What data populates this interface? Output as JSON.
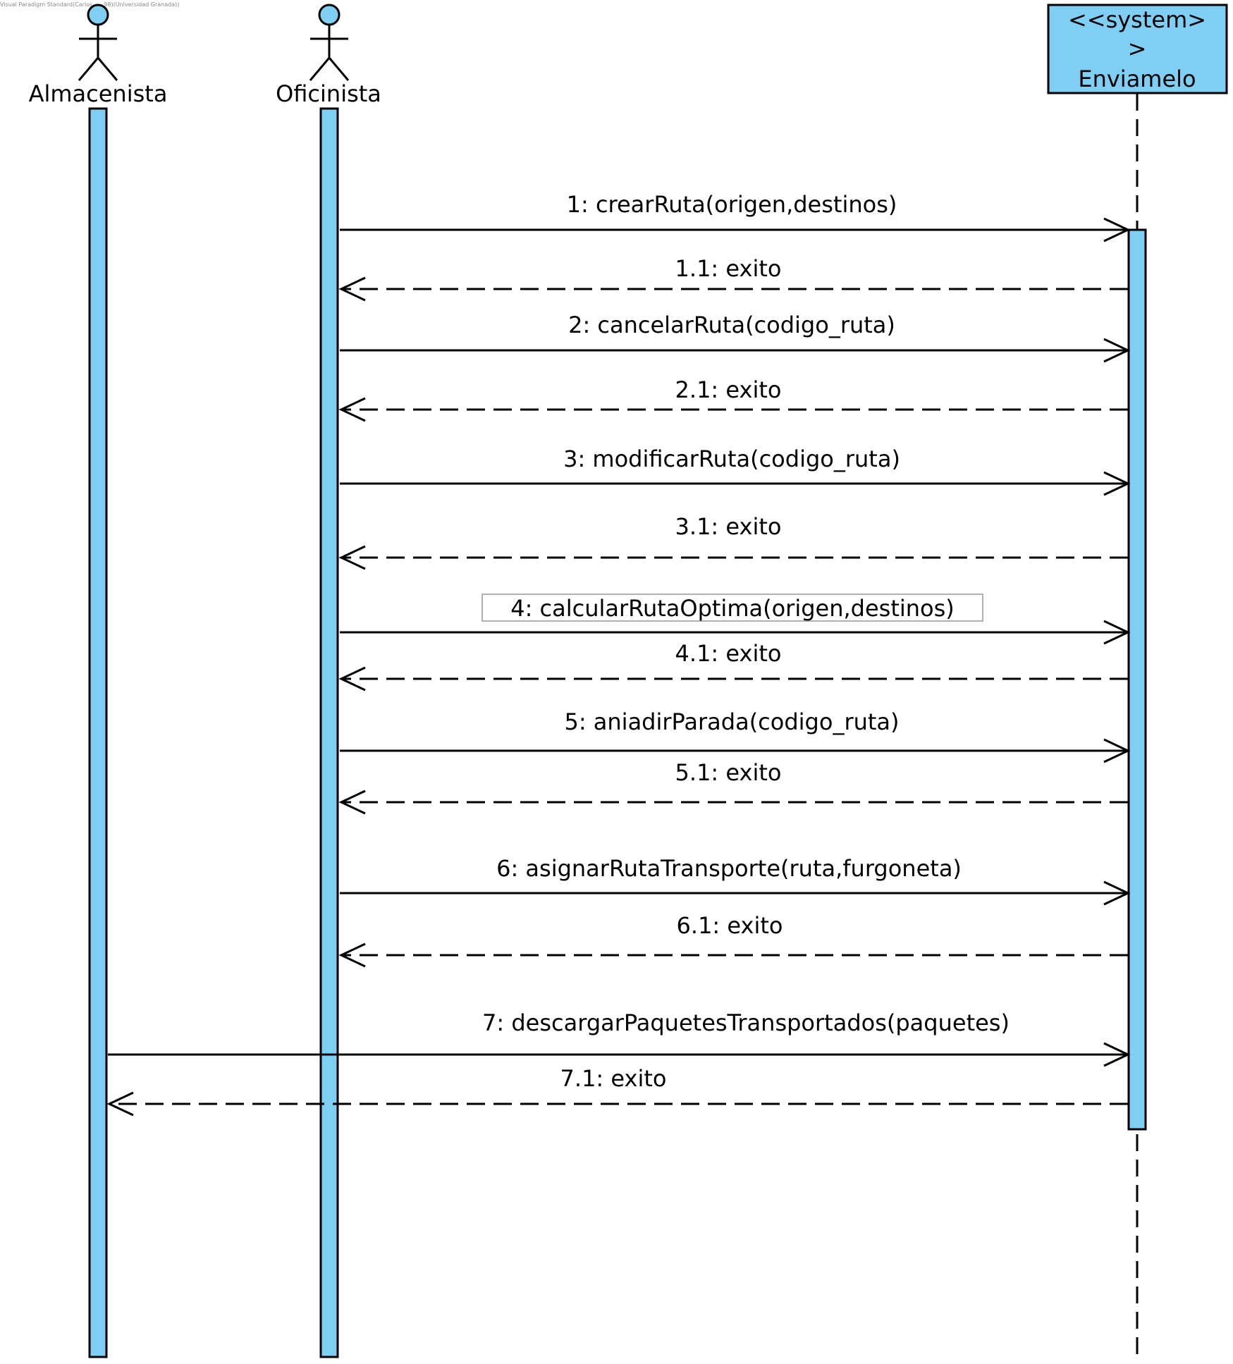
{
  "watermark": "Visual Paradigm Standard(Carlos____98)(Universidad Granada))",
  "colors": {
    "fill": "#7fcff5",
    "stroke": "#000000",
    "highlight_box": "#b0b0b0"
  },
  "participants": [
    {
      "id": "almacenista",
      "label": "Almacenista",
      "kind": "actor"
    },
    {
      "id": "oficinista",
      "label": "Oficinista",
      "kind": "actor"
    },
    {
      "id": "enviamelo",
      "stereotype_line1": "<<system>",
      "stereotype_line2": ">",
      "label": "Enviamelo",
      "kind": "system"
    }
  ],
  "messages": [
    {
      "label": "1: crearRuta(origen,destinos)",
      "from": "oficinista",
      "to": "enviamelo",
      "type": "call"
    },
    {
      "label": "1.1: exito",
      "from": "enviamelo",
      "to": "oficinista",
      "type": "return"
    },
    {
      "label": "2: cancelarRuta(codigo_ruta)",
      "from": "oficinista",
      "to": "enviamelo",
      "type": "call"
    },
    {
      "label": "2.1: exito",
      "from": "enviamelo",
      "to": "oficinista",
      "type": "return"
    },
    {
      "label": "3: modificarRuta(codigo_ruta)",
      "from": "oficinista",
      "to": "enviamelo",
      "type": "call"
    },
    {
      "label": "3.1: exito",
      "from": "enviamelo",
      "to": "oficinista",
      "type": "return"
    },
    {
      "label": "4: calcularRutaOptima(origen,destinos)",
      "from": "oficinista",
      "to": "enviamelo",
      "type": "call",
      "boxed": true
    },
    {
      "label": "4.1: exito",
      "from": "enviamelo",
      "to": "oficinista",
      "type": "return"
    },
    {
      "label": "5: aniadirParada(codigo_ruta)",
      "from": "oficinista",
      "to": "enviamelo",
      "type": "call"
    },
    {
      "label": "5.1: exito",
      "from": "enviamelo",
      "to": "oficinista",
      "type": "return"
    },
    {
      "label": "6: asignarRutaTransporte(ruta,furgoneta)",
      "from": "oficinista",
      "to": "enviamelo",
      "type": "call"
    },
    {
      "label": "6.1: exito",
      "from": "enviamelo",
      "to": "oficinista",
      "type": "return"
    },
    {
      "label": "7: descargarPaquetesTransportados(paquetes)",
      "from": "almacenista",
      "to": "enviamelo",
      "type": "call"
    },
    {
      "label": "7.1: exito",
      "from": "enviamelo",
      "to": "almacenista",
      "type": "return"
    }
  ]
}
